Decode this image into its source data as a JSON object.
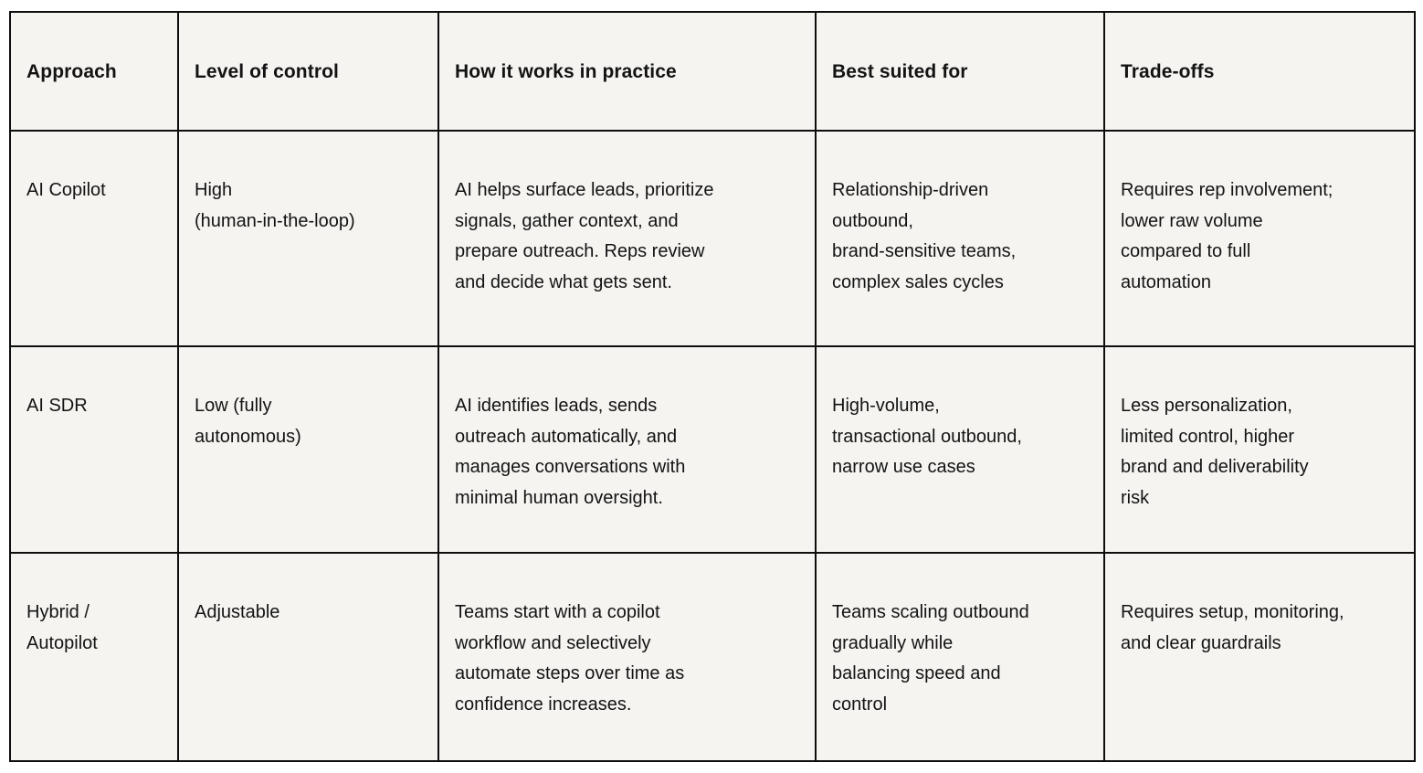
{
  "theme": {
    "page_background": "#ffffff",
    "cell_background": "#f5f4f1",
    "border_color": "#0d0d0d",
    "text_color": "#131313"
  },
  "table": {
    "columns": [
      "Approach",
      "Level of control",
      "How it works in practice",
      "Best suited for",
      "Trade-offs"
    ],
    "rows": [
      {
        "approach": "AI Copilot",
        "level_of_control": "High\n(human-in-the-loop)",
        "how_it_works": "AI helps surface leads, prioritize\nsignals, gather context, and\nprepare outreach. Reps review\nand decide what gets sent.",
        "best_suited_for": "Relationship-driven\noutbound,\nbrand-sensitive teams,\ncomplex sales cycles",
        "trade_offs": "Requires rep involvement;\nlower raw volume\ncompared to full\nautomation"
      },
      {
        "approach": "AI SDR",
        "level_of_control": "Low (fully\nautonomous)",
        "how_it_works": "AI identifies leads, sends\noutreach automatically, and\nmanages conversations with\nminimal human oversight.",
        "best_suited_for": "High-volume,\ntransactional outbound,\nnarrow use cases",
        "trade_offs": "Less personalization,\nlimited control, higher\nbrand and deliverability\nrisk"
      },
      {
        "approach": "Hybrid /\nAutopilot",
        "level_of_control": "Adjustable",
        "how_it_works": "Teams start with a copilot\nworkflow and selectively\nautomate steps over time as\nconfidence increases.",
        "best_suited_for": "Teams scaling outbound\ngradually while\nbalancing speed and\ncontrol",
        "trade_offs": "Requires setup, monitoring,\nand clear guardrails"
      }
    ]
  }
}
